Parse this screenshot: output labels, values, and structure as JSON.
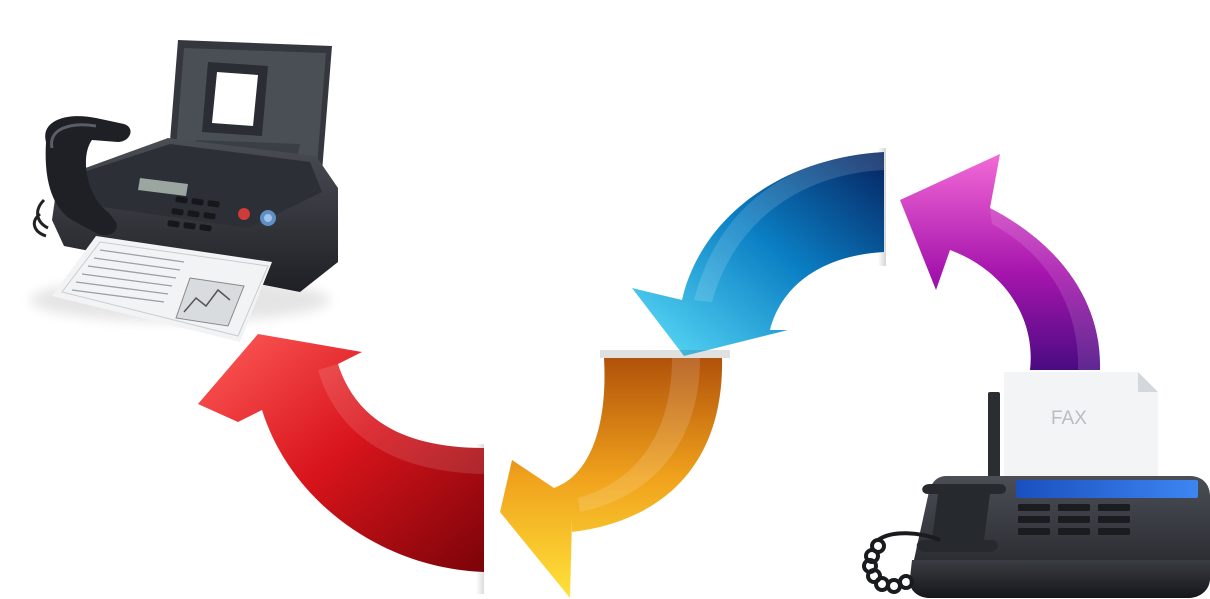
{
  "diagram": {
    "sender_device": {
      "icon": "photo-fax-machine-icon"
    },
    "receiver_device": {
      "icon": "vector-fax-machine-icon",
      "paper_label": "FAX"
    },
    "arrows": [
      {
        "name": "magenta-arrow",
        "color_main": "#d41cb4",
        "color_dark": "#4a0b82",
        "color_light": "#f36ad6"
      },
      {
        "name": "cyan-arrow",
        "color_main": "#0aa6dc",
        "color_dark": "#06225f",
        "color_light": "#5fe1fb"
      },
      {
        "name": "orange-arrow",
        "color_main": "#f09a1c",
        "color_dark": "#b1520a",
        "color_light": "#ffe23a"
      },
      {
        "name": "red-arrow",
        "color_main": "#d8141b",
        "color_dark": "#7b0309",
        "color_light": "#ff5d5a"
      }
    ]
  }
}
